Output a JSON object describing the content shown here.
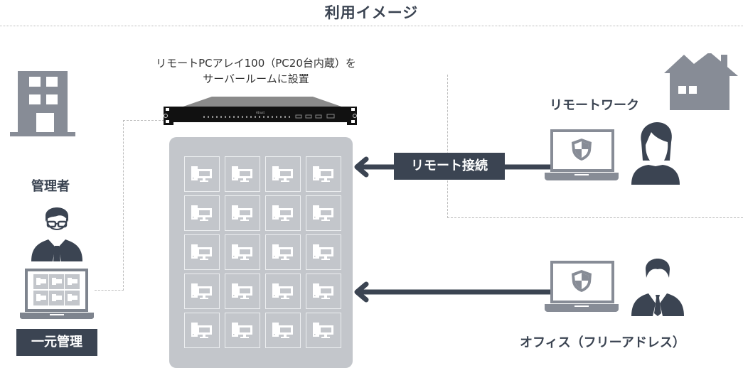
{
  "title": "利用イメージ",
  "server": {
    "caption_line1": "リモートPCアレイ100（PC20台内蔵）を",
    "caption_line2": "サーバールームに設置",
    "brand": "Atrust"
  },
  "admin": {
    "label": "管理者",
    "badge": "一元管理",
    "screen_tiles": 6
  },
  "array": {
    "rows": 5,
    "cols": 4,
    "pc_count": 20
  },
  "remote": {
    "label": "リモートワーク",
    "connection_label": "リモート接続"
  },
  "office": {
    "label": "オフィス（フリーアドレス）"
  },
  "colors": {
    "dark": "#3b4452",
    "gray_icon": "#878c96",
    "panel": "#c3c6cb"
  }
}
